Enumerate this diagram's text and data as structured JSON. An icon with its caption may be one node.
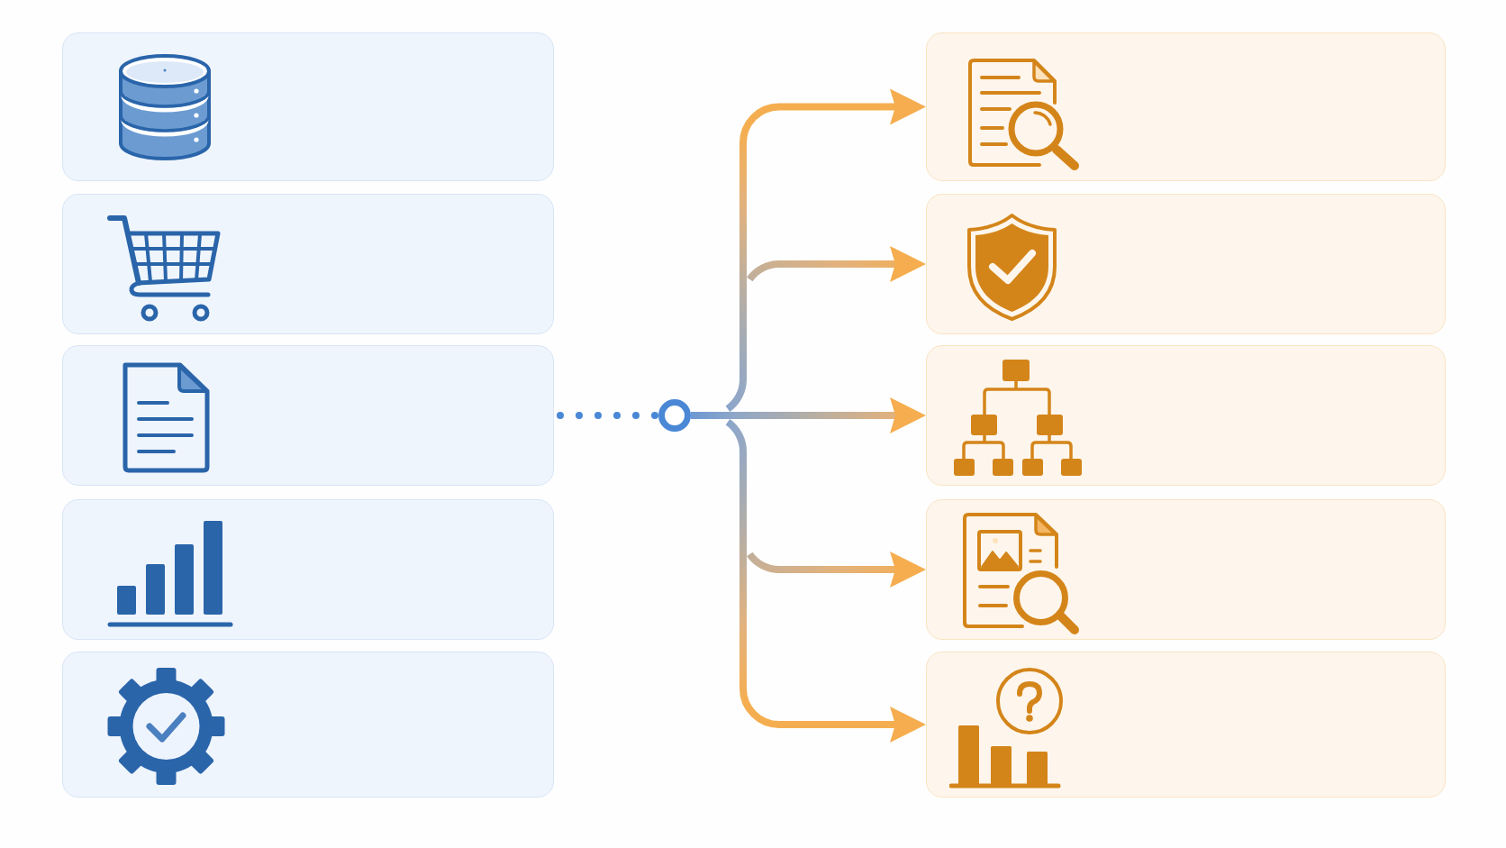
{
  "diagram": {
    "nodes": [
      {
        "text": [],
        "shape": "box"
      },
      {
        "text": [],
        "shape": "box"
      },
      {
        "text": [],
        "shape": "box"
      },
      {
        "text": [],
        "shape": "box"
      },
      {
        "text": [],
        "shape": "box"
      },
      {
        "text": [],
        "shape": "circle"
      },
      {
        "text": [],
        "shape": "box"
      },
      {
        "text": [],
        "shape": "box"
      },
      {
        "text": [],
        "shape": "box"
      },
      {
        "text": [],
        "shape": "box"
      },
      {
        "text": [],
        "shape": "box"
      }
    ],
    "edges": [
      {
        "from": 2,
        "to": 5,
        "arrow": "none",
        "style": "dashed",
        "color": "#4a88d6"
      },
      {
        "from": 5,
        "to": 6,
        "arrow": "to"
      },
      {
        "from": 5,
        "to": 7,
        "arrow": "to"
      },
      {
        "from": 5,
        "to": 8,
        "arrow": "to"
      },
      {
        "from": 5,
        "to": 9,
        "arrow": "to"
      },
      {
        "from": 5,
        "to": 10,
        "arrow": "to"
      }
    ]
  }
}
